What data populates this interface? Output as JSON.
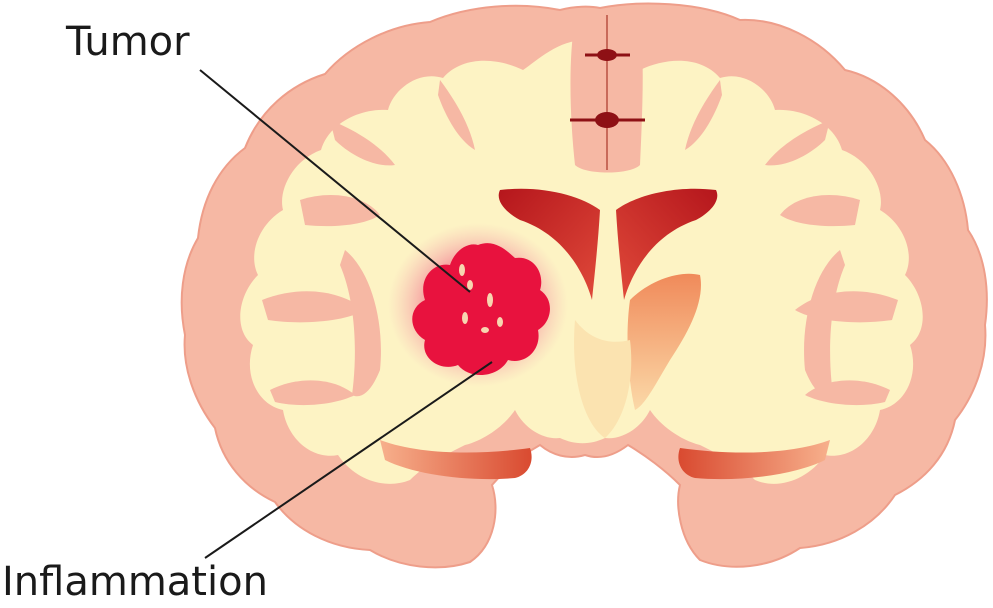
{
  "labels": {
    "tumor": "Tumor",
    "inflammation": "Inflammation"
  },
  "colors": {
    "cortex": "#f6b8a4",
    "cortex_edge": "#eea08c",
    "white_matter": "#fdf3c4",
    "ventricle": "#c41e24",
    "ventricle_dark": "#8e1015",
    "tumor_core": "#e8123e",
    "inflammation_glow": "#f25a80",
    "channel": "#dd5a3c",
    "leader_line": "#1a1a1a"
  },
  "icons": [
    "brain-coronal-section"
  ]
}
